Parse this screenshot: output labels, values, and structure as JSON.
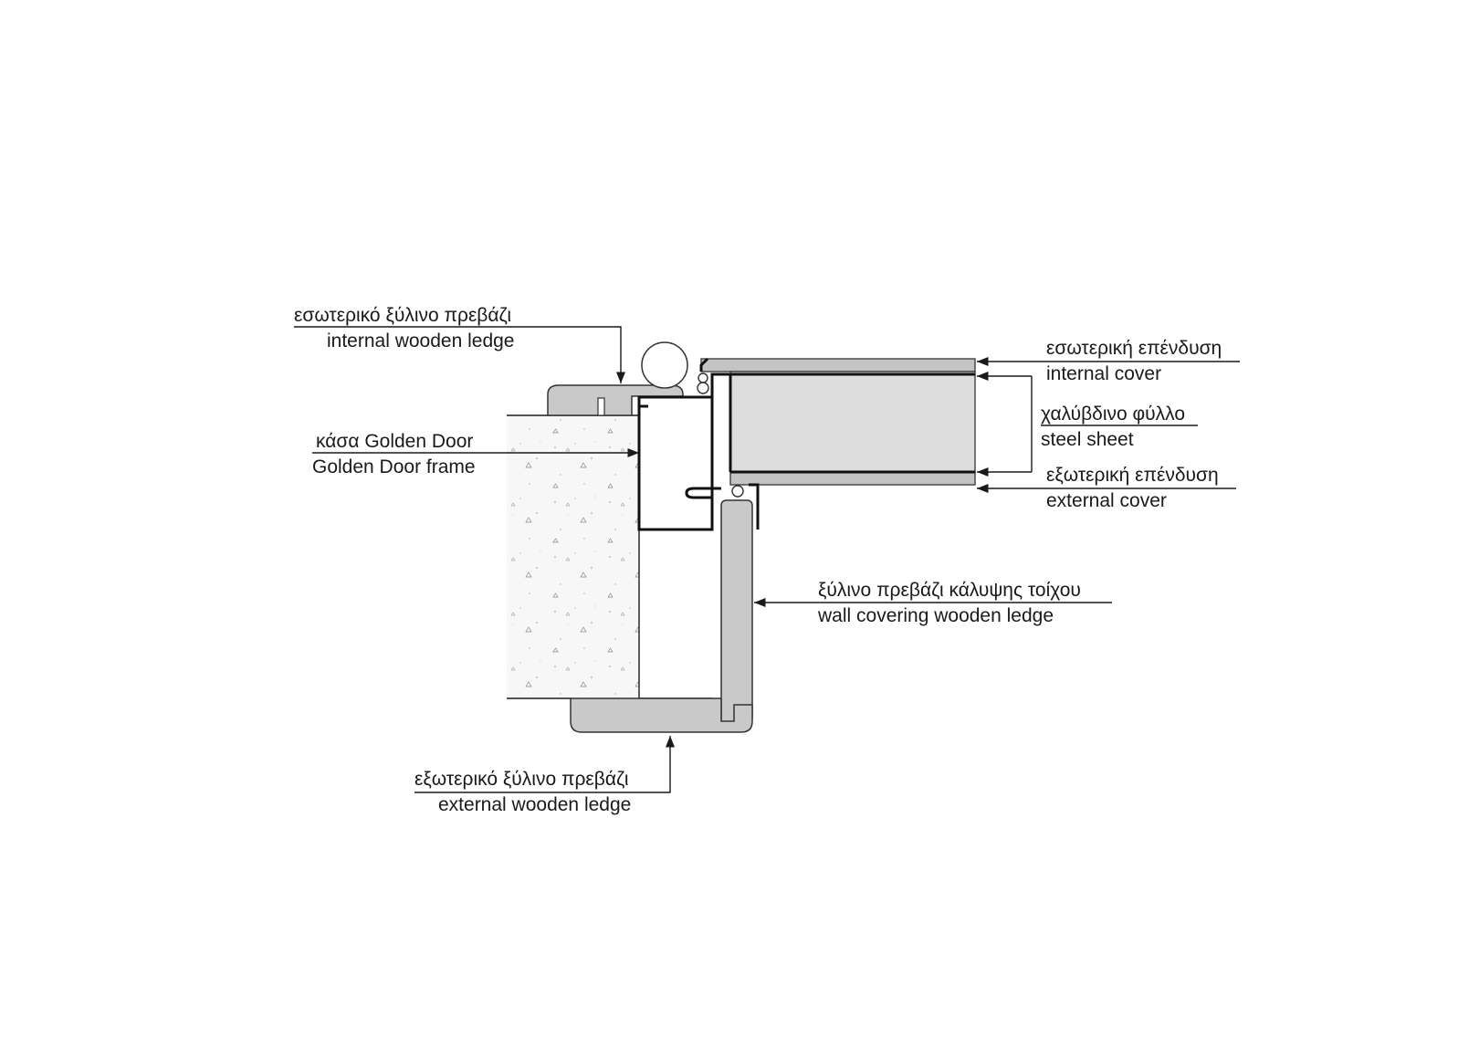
{
  "labels": {
    "internal_ledge_gr": "εσωτερικό ξύλινο πρεβάζι",
    "internal_ledge_en": "internal wooden ledge",
    "frame_gr": "κάσα Golden Door",
    "frame_en": "Golden Door frame",
    "internal_cover_gr": "εσωτερική επένδυση",
    "internal_cover_en": "internal cover",
    "steel_sheet_gr": "χαλύβδινο φύλλο",
    "steel_sheet_en": "steel sheet",
    "external_cover_gr": "εξωτερική επένδυση",
    "external_cover_en": "external cover",
    "wall_ledge_gr": "ξύλινο πρεβάζι κάλυψης τοίχου",
    "wall_ledge_en": "wall covering wooden ledge",
    "external_ledge_gr": "εξωτερικό ξύλινο πρεβάζι",
    "external_ledge_en": "external wooden ledge"
  },
  "colors": {
    "wood": "#c9c9c9",
    "door_core": "#dcdcdc",
    "line": "#1a1a1a"
  }
}
